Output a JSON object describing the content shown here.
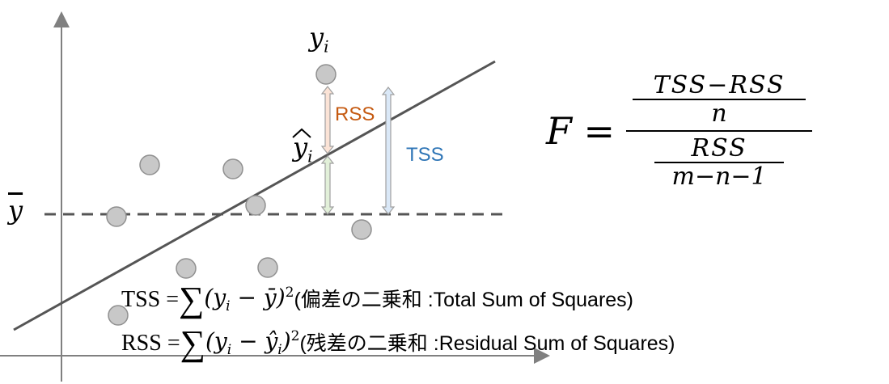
{
  "labels": {
    "y_i": "y",
    "y_i_sub": "i",
    "y_hat": "y",
    "y_hat_sub": "i",
    "y_bar": "y",
    "rss": "RSS",
    "tss": "TSS"
  },
  "formula": {
    "lhs": "F =",
    "top_num": "TSS−RSS",
    "top_den": "n",
    "bot_num": "RSS",
    "bot_den": "m−n−1"
  },
  "definitions": [
    {
      "lhs": "TSS = ",
      "sum": "∑",
      "expr": "(y",
      "sub": "i",
      "rest": " − ȳ)",
      "sup": "2",
      "note": " (偏差の二乗和 :Total Sum of Squares)"
    },
    {
      "lhs": "RSS = ",
      "sum": "∑",
      "expr": "(y",
      "sub": "i",
      "rest": " − ŷ",
      "sub2": "i",
      "rest2": ")",
      "sup": "2",
      "note": " (残差の二乗和 :Residual Sum of Squares)"
    }
  ],
  "colors": {
    "rss": "#c55a11",
    "tss": "#2e75b6",
    "rss_fill": "#fbe3d6",
    "explained_fill": "#e2f0d9",
    "tss_fill": "#dae8f7",
    "point": "#c8c8c8",
    "line": "#555555"
  }
}
